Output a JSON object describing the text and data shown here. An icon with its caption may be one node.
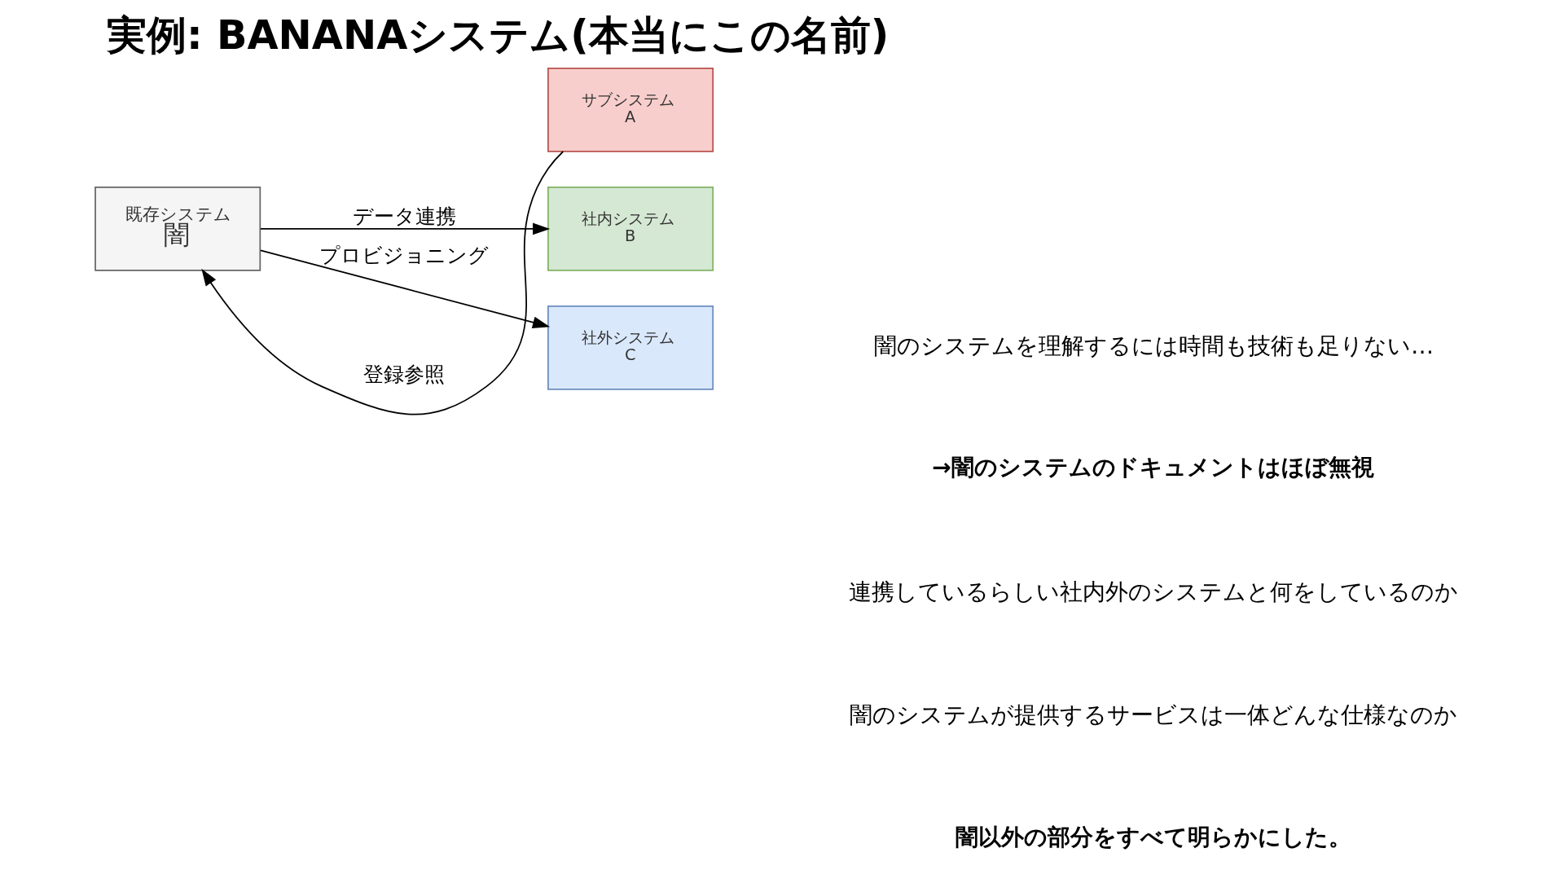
{
  "diagram": {
    "title": "実例: BANANAシステム(本当にこの名前)",
    "nodes": [
      {
        "text": [
          "既存システム",
          "闇"
        ]
      },
      {
        "text": [
          "サブシステム",
          "A"
        ]
      },
      {
        "text": [
          "社内システム",
          "B"
        ]
      },
      {
        "text": [
          "社外システム",
          "C"
        ]
      }
    ],
    "edges": [
      {
        "from": 1,
        "to": 0,
        "arrow": "to",
        "label": "登録参照"
      },
      {
        "from": 0,
        "to": 2,
        "arrow": "to",
        "label": "データ連携"
      },
      {
        "from": 0,
        "to": 3,
        "arrow": "to",
        "label": "プロビジョニング"
      }
    ],
    "labels": [
      "闇のシステムを理解するには時間も技術も足りない…",
      "→闇のシステムのドキュメントはほぼ無視",
      "連携しているらしい社内外のシステムと何をしているのか",
      "闇のシステムが提供するサービスは一体どんな仕様なのか",
      "闇以外の部分をすべて明らかにした。"
    ]
  }
}
